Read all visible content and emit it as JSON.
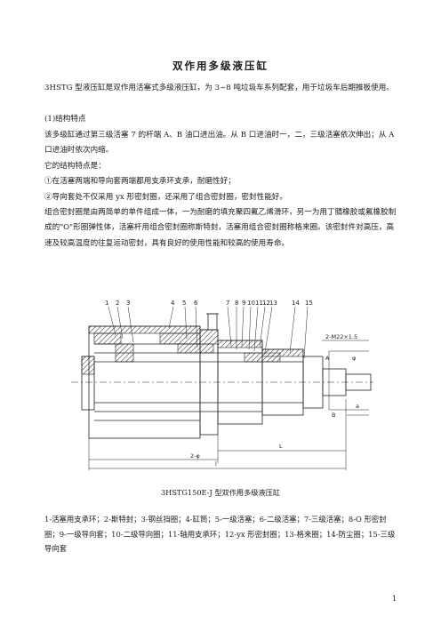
{
  "title": "双作用多级液压缸",
  "paragraphs": [
    "3HSTG 型液压缸是双作用活塞式多级液压缸，为 3~8 吨垃圾车系列配套，用于垃圾车后期推板使用。",
    "(1)结构特点",
    "该多级缸通过第三级活塞 7 的杆端 A、B 油口进出油。从 B 口进油时一，二，三级活塞依次伸出；从 A 口进油时依次内缩。",
    "它的结构特点是：",
    "①在活塞两端和导向套两端都用支承环支承，耐磨性好；",
    "②导向套处不仅采用 yx 形密封圈，还采用了组合密封圈，密封性能好。",
    "组合密封圈是由两简单的单件组成一体，一为耐磨的填充聚四氟乙烯滑环，另一为用丁腈橡胶或氟橡胶制成的\"O\"形圈弹性体，活塞杆用组合密封圈称斯特封，活塞用组合密封圈称格来圈。该密封件对高压，高速及较高温度的往复运动密封，具有良好的使用性能和较高的使用寿命。"
  ],
  "figure": {
    "part_numbers": [
      "1",
      "2",
      "3",
      "4",
      "5",
      "6",
      "7",
      "8",
      "9",
      "10",
      "11",
      "12",
      "13",
      "14",
      "15"
    ],
    "labels": {
      "thread": "2-M22×1.5",
      "port_a": "A",
      "port_b": "B",
      "phi_dim": "φ",
      "two_phi": "2-φ",
      "len_L": "L",
      "len_l": "l",
      "len_a": "a"
    }
  },
  "caption": "3HSTG150E-J 型双作用多级液压缸",
  "legend": "1-活塞用支承环；2-斯特封；3-钢丝挡圈；4-缸筒；5-一级活塞；6-二级活塞；7-三级活塞；8-O 形密封圈；9-一级导向套；10-二级导向圈；11-轴用支承环；12-yx 形密封圈；13-格来圈；14-防尘圈；15-三级导向套",
  "page_number": "1"
}
